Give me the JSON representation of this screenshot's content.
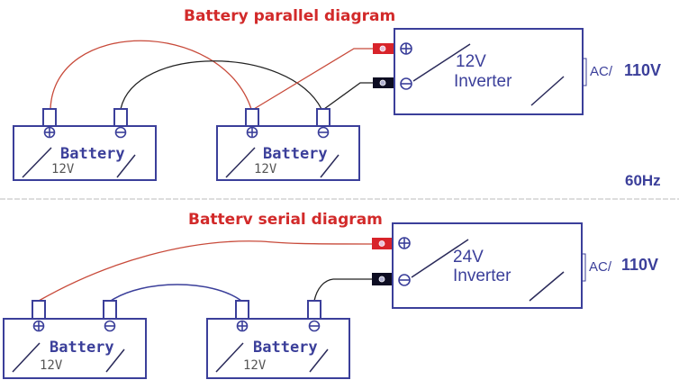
{
  "colors": {
    "outline": "#3b3f9a",
    "title": "#d22a2a",
    "wire_positive": "#c84a3a",
    "wire_negative": "#222222",
    "wire_link": "#3b3f9a",
    "terminal_positive": "#d8232a",
    "terminal_negative": "#0d0d22"
  },
  "parallel": {
    "title": "Battery parallel diagram",
    "batteries": [
      {
        "label": "Battery",
        "voltage": "12V",
        "positive_symbol": "+",
        "negative_symbol": "−"
      },
      {
        "label": "Battery",
        "voltage": "12V",
        "positive_symbol": "+",
        "negative_symbol": "−"
      }
    ],
    "inverter": {
      "voltage": "12V",
      "label": "Inverter"
    },
    "output": {
      "ac_prefix": "AC/",
      "voltage": "110V",
      "frequency": "60Hz"
    }
  },
  "serial": {
    "title": "Batterv serial diagram",
    "batteries": [
      {
        "label": "Battery",
        "voltage": "12V",
        "positive_symbol": "+",
        "negative_symbol": "−"
      },
      {
        "label": "Battery",
        "voltage": "12V",
        "positive_symbol": "+",
        "negative_symbol": "−"
      }
    ],
    "inverter": {
      "voltage": "24V",
      "label": "Inverter"
    },
    "output": {
      "ac_prefix": "AC/",
      "voltage": "110V"
    }
  }
}
